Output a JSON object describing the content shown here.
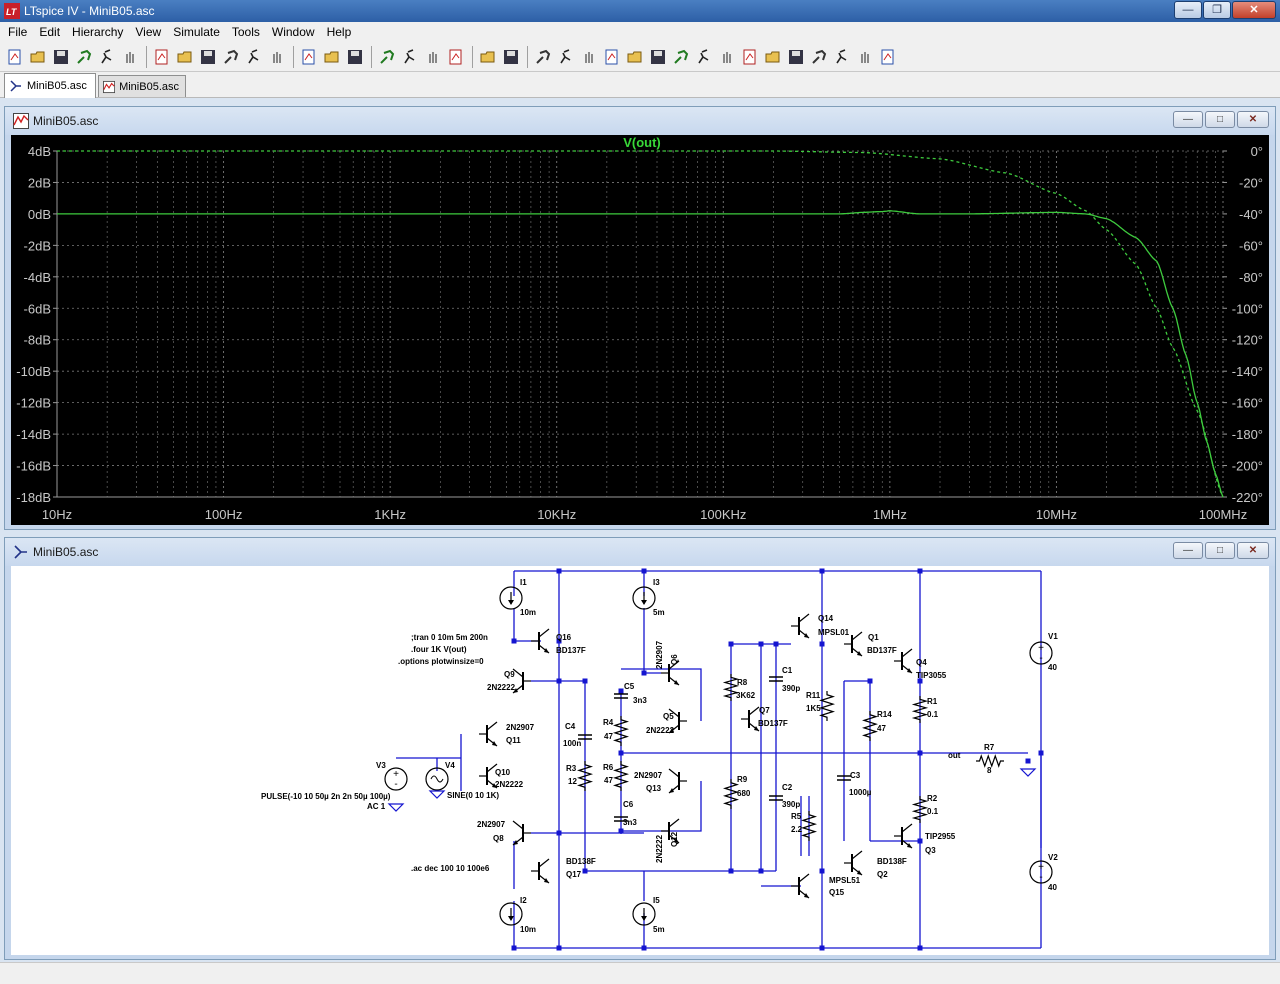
{
  "window": {
    "title": "LTspice IV - MiniB05.asc"
  },
  "menu": [
    "File",
    "Edit",
    "Hierarchy",
    "View",
    "Simulate",
    "Tools",
    "Window",
    "Help"
  ],
  "toolbar": {
    "icons": [
      "new-schematic-icon",
      "open-icon",
      "save-icon",
      "control-panel-icon",
      "run-icon",
      "halt-icon",
      "zoom-in-icon",
      "zoom-fit-icon",
      "zoom-out-icon",
      "zoom-cancel-icon",
      "autorange-icon",
      "grid-icon",
      "tile-horizontal-icon",
      "cascade-icon",
      "tile-vertical-icon",
      "cut-icon",
      "copy-icon",
      "paste-icon",
      "find-icon",
      "print-setup-icon",
      "print-icon",
      "wire-icon",
      "ground-icon",
      "label-net-icon",
      "resistor-icon",
      "capacitor-icon",
      "inductor-icon",
      "diode-icon",
      "component-icon",
      "move-icon",
      "drag-icon",
      "undo-icon",
      "redo-icon",
      "rotate-icon",
      "mirror-icon",
      "text-icon",
      "spice-directive-icon"
    ]
  },
  "tabs": [
    {
      "label": "MiniB05.asc",
      "icon": "schematic-icon",
      "active": true
    },
    {
      "label": "MiniB05.asc",
      "icon": "waveform-icon",
      "active": false
    }
  ],
  "plot_window": {
    "title": "MiniB05.asc"
  },
  "schematic_window": {
    "title": "MiniB05.asc"
  },
  "chart_data": {
    "type": "line",
    "title": "V(out)",
    "x_scale": "log",
    "xlim": [
      10,
      100000000
    ],
    "x_ticks": [
      "10Hz",
      "100Hz",
      "1KHz",
      "10KHz",
      "100KHz",
      "1MHz",
      "10MHz",
      "100MHz"
    ],
    "ylim_left": [
      -18,
      4
    ],
    "y_ticks_left": [
      "4dB",
      "2dB",
      "0dB",
      "-2dB",
      "-4dB",
      "-6dB",
      "-8dB",
      "-10dB",
      "-12dB",
      "-14dB",
      "-16dB",
      "-18dB"
    ],
    "ylim_right": [
      -220,
      0
    ],
    "y_ticks_right": [
      "0°",
      "-20°",
      "-40°",
      "-60°",
      "-80°",
      "-100°",
      "-120°",
      "-140°",
      "-160°",
      "-180°",
      "-200°",
      "-220°"
    ],
    "grid": true,
    "colors": {
      "trace": "#3ecb3e",
      "grid": "#7a7a7a",
      "axis_text": "#c8c8c8",
      "title": "#38d838"
    },
    "series": [
      {
        "name": "magnitude",
        "axis": "left",
        "style": "solid",
        "x": [
          10,
          100000,
          500000,
          700000,
          900000,
          1000000,
          1500000,
          3000000,
          10000000,
          15000000,
          20000000,
          30000000,
          40000000,
          50000000,
          60000000,
          70000000,
          80000000,
          90000000,
          100000000
        ],
        "y": [
          0,
          0,
          0,
          0.1,
          0.15,
          0.2,
          0,
          0,
          0.1,
          0,
          -0.3,
          -1.5,
          -3,
          -6,
          -9,
          -12,
          -14.5,
          -16.5,
          -18
        ]
      },
      {
        "name": "phase",
        "axis": "right",
        "style": "dashed",
        "x": [
          10,
          200000,
          700000,
          2000000,
          5000000,
          10000000,
          15000000,
          20000000,
          30000000,
          40000000,
          50000000,
          70000000,
          100000000
        ],
        "y": [
          0,
          0,
          -1,
          -5,
          -14,
          -27,
          -38,
          -50,
          -72,
          -100,
          -125,
          -165,
          -220
        ]
      }
    ]
  },
  "schematic": {
    "labels": {
      "I1": "I1",
      "I1v": "10m",
      "I2": "I2",
      "I2v": "10m",
      "I3": "I3",
      "I3v": "5m",
      "I5": "I5",
      "I5v": "5m",
      "Q16": "Q16",
      "Q16m": "BD137F",
      "Q17": "Q17",
      "Q17m": "BD138F",
      "Q9": "Q9",
      "Q9m": "2N2222",
      "Q11": "Q11",
      "Q11m": "2N2907",
      "Q10": "Q10",
      "Q10m": "2N2222",
      "Q8": "Q8",
      "Q8m": "2N2907",
      "Q6": "Q6",
      "Q6m": "2N2907",
      "Q5": "Q5",
      "Q5m": "2N2222",
      "Q13": "Q13",
      "Q13m": "2N2907",
      "Q12": "Q12",
      "Q12m": "2N2222",
      "Q7": "Q7",
      "Q7m": "BD137F",
      "Q14": "Q14",
      "Q14m": "MPSL01",
      "Q15": "Q15",
      "Q15m": "MPSL51",
      "Q1": "Q1",
      "Q1m": "BD137F",
      "Q2": "Q2",
      "Q2m": "BD138F",
      "Q4": "Q4",
      "Q4m": "TIP3055",
      "Q3": "Q3",
      "Q3m": "TIP2955",
      "C4": "C4",
      "C4v": "100n",
      "C5": "C5",
      "C5v": "3n3",
      "C6": "C6",
      "C6v": "3n3",
      "C1": "C1",
      "C1v": "390p",
      "C2": "C2",
      "C2v": "390p",
      "C3": "C3",
      "C3v": "1000µ",
      "R3": "R3",
      "R3v": "12",
      "R4": "R4",
      "R4v": "47",
      "R6": "R6",
      "R6v": "47",
      "R8": "R8",
      "R8v": "3K62",
      "R9": "R9",
      "R9v": "680",
      "R5": "R5",
      "R5v": "2.2",
      "R11": "R11",
      "R11v": "1K5",
      "R14": "R14",
      "R14v": "47",
      "R1": "R1",
      "R1v": "0.1",
      "R2": "R2",
      "R2v": "0.1",
      "R7": "R7",
      "R7v": "8",
      "V1": "V1",
      "V1v": "40",
      "V2": "V2",
      "V2v": "40",
      "V3": "V3",
      "V4": "V4",
      "V3v": "PULSE(-10 10 50µ 2n 2n 50µ 100µ)",
      "V3ac": "AC 1",
      "V4v": "SINE(0 10 1K)",
      "out": "out",
      "dir1": ";tran 0 10m 5m 200n",
      "dir2": ".four 1K V(out)",
      "dir3": ".options plotwinsize=0",
      "dir4": ".ac dec 100 10 100e6"
    }
  }
}
